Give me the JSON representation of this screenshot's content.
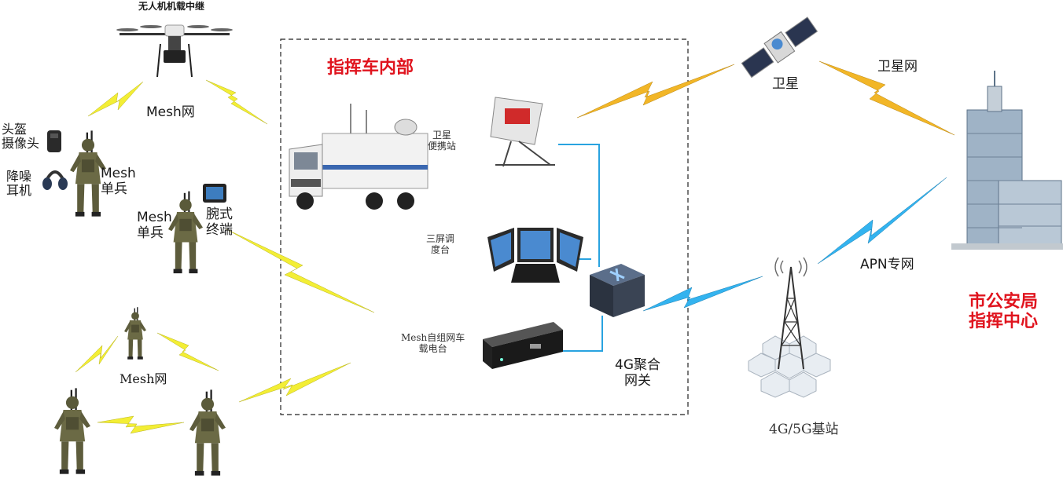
{
  "colors": {
    "yellow_link": "#f3ee35",
    "orange_link": "#f2b627",
    "blue_link": "#33b3ef",
    "cable": "#29a3e0",
    "red_title": "#e0141e",
    "dashed_box": "#222222"
  },
  "labels": {
    "drone_title": "无人机机载中继",
    "mesh_net_top": "Mesh网",
    "helmet_cam": "头盔\n摄像头",
    "noise_headset": "降噪\n耳机",
    "mesh_soldier_1": "Mesh\n单兵",
    "mesh_soldier_2": "Mesh\n单兵",
    "wrist_terminal": "腕式\n终端",
    "mesh_net_bottom": "Mesh网",
    "vehicle_interior": "指挥车内部",
    "sat_portable": "卫星\n便携站",
    "triple_screen": "三屏调\n度台",
    "mesh_radio": "Mesh自组网车\n载电台",
    "gateway": "4G聚合\n网关",
    "satellite": "卫星",
    "satellite_net": "卫星网",
    "apn_net": "APN专网",
    "police_hq": "市公安局\n指挥中心",
    "base_station": "4G/5G基站"
  },
  "icons": {
    "drone": "drone-icon",
    "soldier": "soldier-icon",
    "helmet_camera": "helmet-camera-icon",
    "headset": "headset-icon",
    "tablet": "tablet-icon",
    "truck": "command-truck-icon",
    "sat_dish": "portable-satellite-icon",
    "laptop": "triple-screen-laptop-icon",
    "radio": "radio-box-icon",
    "gateway": "gateway-box-icon",
    "satellite": "satellite-icon",
    "tower": "cell-tower-icon",
    "building": "building-icon",
    "wireless_link": "lightning-link-icon"
  }
}
